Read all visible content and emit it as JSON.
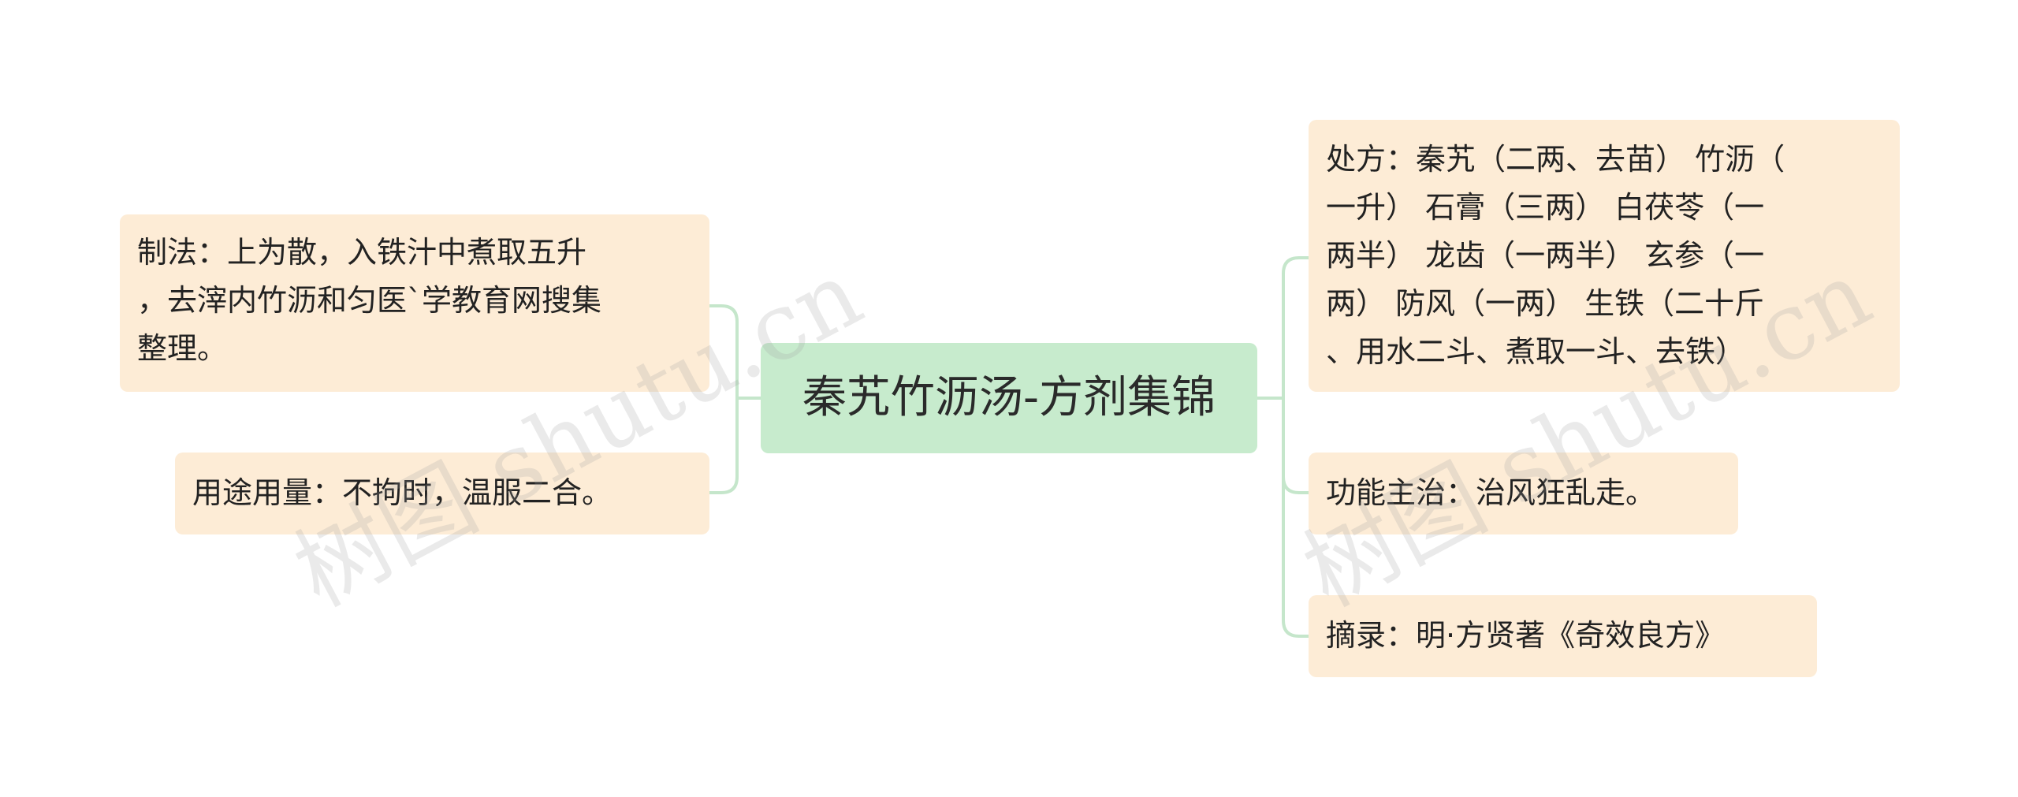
{
  "root": {
    "label": "秦艽竹沥汤-方剂集锦"
  },
  "left": [
    {
      "key": "method",
      "lines": [
        "制法：上为散，入铁汁中煮取五升",
        "，去滓内竹沥和匀医`学教育网搜集",
        "整理。"
      ]
    },
    {
      "key": "usage",
      "lines": [
        "用途用量：不拘时，温服二合。"
      ]
    }
  ],
  "right": [
    {
      "key": "prescription",
      "lines": [
        "处方：秦艽（二两、去苗） 竹沥（",
        "一升） 石膏（三两） 白茯苓（一",
        "两半） 龙齿（一两半） 玄参（一",
        "两） 防风（一两） 生铁（二十斤",
        "、用水二斗、煮取一斗、去铁）"
      ]
    },
    {
      "key": "indication",
      "lines": [
        "功能主治：治风狂乱走。"
      ]
    },
    {
      "key": "source",
      "lines": [
        "摘录：明·方贤著《奇效良方》"
      ]
    }
  ],
  "watermarks": [
    "树图 shutu.cn",
    "树图 shutu.cn"
  ],
  "colors": {
    "root_fill": "#c7ebcd",
    "leaf_fill": "#fdecd6",
    "connector": "#c5e6cb"
  }
}
